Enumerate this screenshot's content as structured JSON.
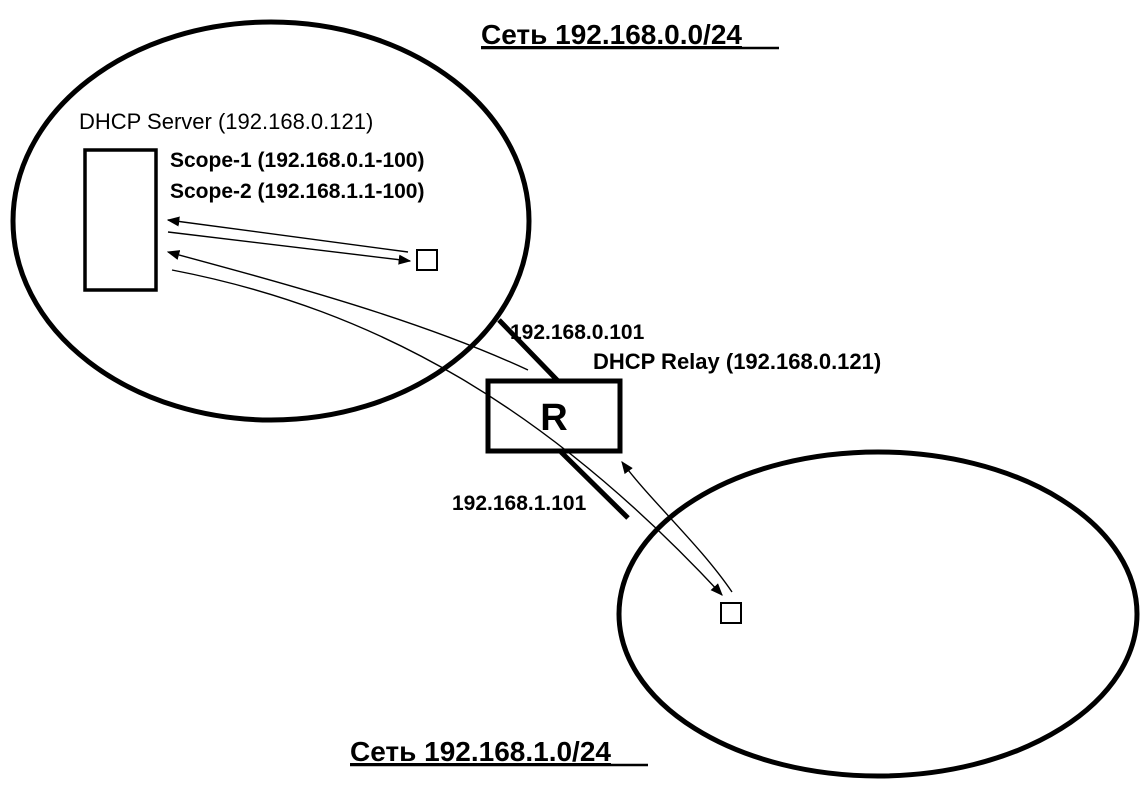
{
  "network_top": {
    "title": "Сеть 192.168.0.0/24"
  },
  "network_bottom": {
    "title": "Сеть 192.168.1.0/24"
  },
  "dhcp_server": {
    "title": "DHCP Server (192.168.0.121)",
    "scopes": [
      "Scope-1 (192.168.0.1-100)",
      "Scope-2 (192.168.1.1-100)"
    ]
  },
  "router": {
    "label": "R",
    "relay_label": "DHCP Relay (192.168.0.121)",
    "iface_top_ip": "192.168.0.101",
    "iface_bottom_ip": "192.168.1.101"
  },
  "colors": {
    "ink": "#000000",
    "background": "#ffffff"
  }
}
